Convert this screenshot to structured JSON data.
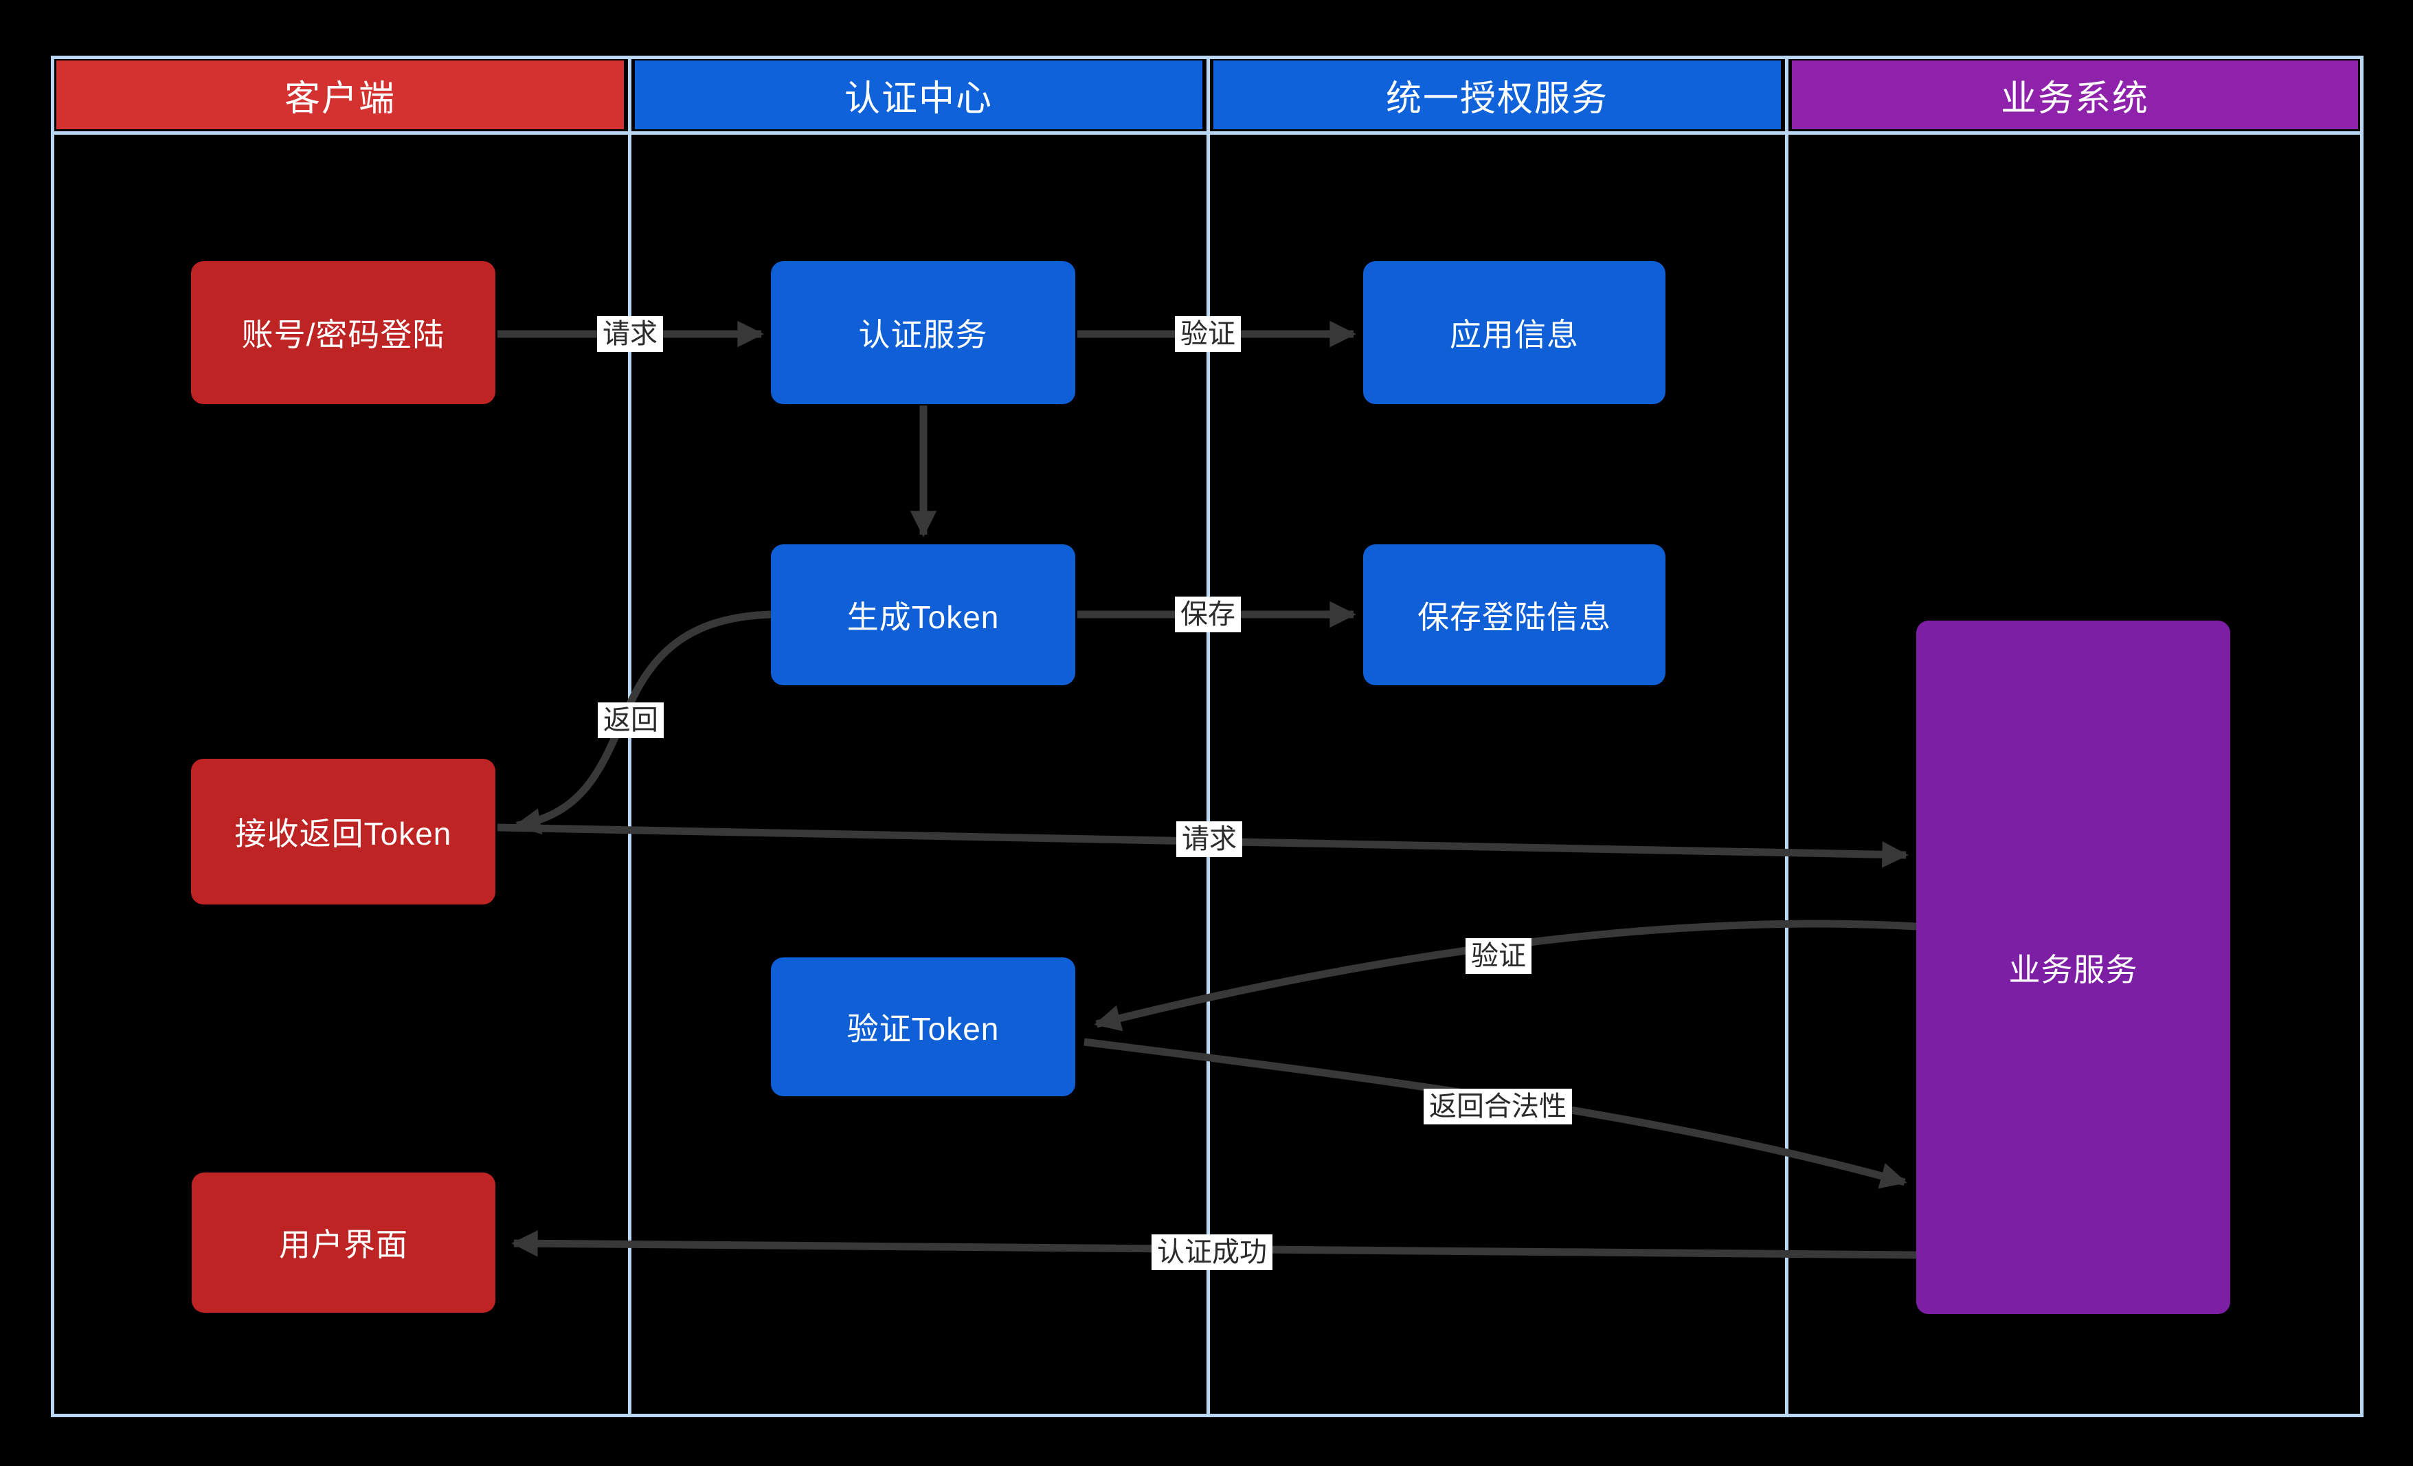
{
  "diagram": {
    "lanes": [
      {
        "label": "客户端"
      },
      {
        "label": "认证中心"
      },
      {
        "label": "统一授权服务"
      },
      {
        "label": "业务系统"
      }
    ]
  },
  "nodes": {
    "acct": {
      "label": "账号/密码登陆"
    },
    "authsvc": {
      "label": "认证服务"
    },
    "appinfo": {
      "label": "应用信息"
    },
    "gentoken": {
      "label": "生成Token"
    },
    "saveinfo": {
      "label": "保存登陆信息"
    },
    "recvtoken": {
      "label": "接收返回Token"
    },
    "verifytoken": {
      "label": "验证Token"
    },
    "ui": {
      "label": "用户界面"
    },
    "biz": {
      "label": "业务服务"
    }
  },
  "edges": {
    "login_request": {
      "label": "请求"
    },
    "verify_app": {
      "label": "验证"
    },
    "save": {
      "label": "保存"
    },
    "return_token": {
      "label": "返回"
    },
    "service_request": {
      "label": "请求"
    },
    "verify_token": {
      "label": "验证"
    },
    "return_validity": {
      "label": "返回合法性"
    },
    "auth_success": {
      "label": "认证成功"
    }
  },
  "colors": {
    "background": "#000000",
    "frame": "#b9d7f3",
    "arrow": "#383838",
    "lane_red": "#d43230",
    "lane_blue": "#0f62d9",
    "lane_purple": "#8e22ab",
    "node_red": "#bf2424",
    "node_blue": "#0f5fd6",
    "node_purple": "#7d1fa5",
    "edge_label_bg": "#ffffff",
    "edge_label_text": "#2b2b2b",
    "node_text": "#ffffff"
  }
}
